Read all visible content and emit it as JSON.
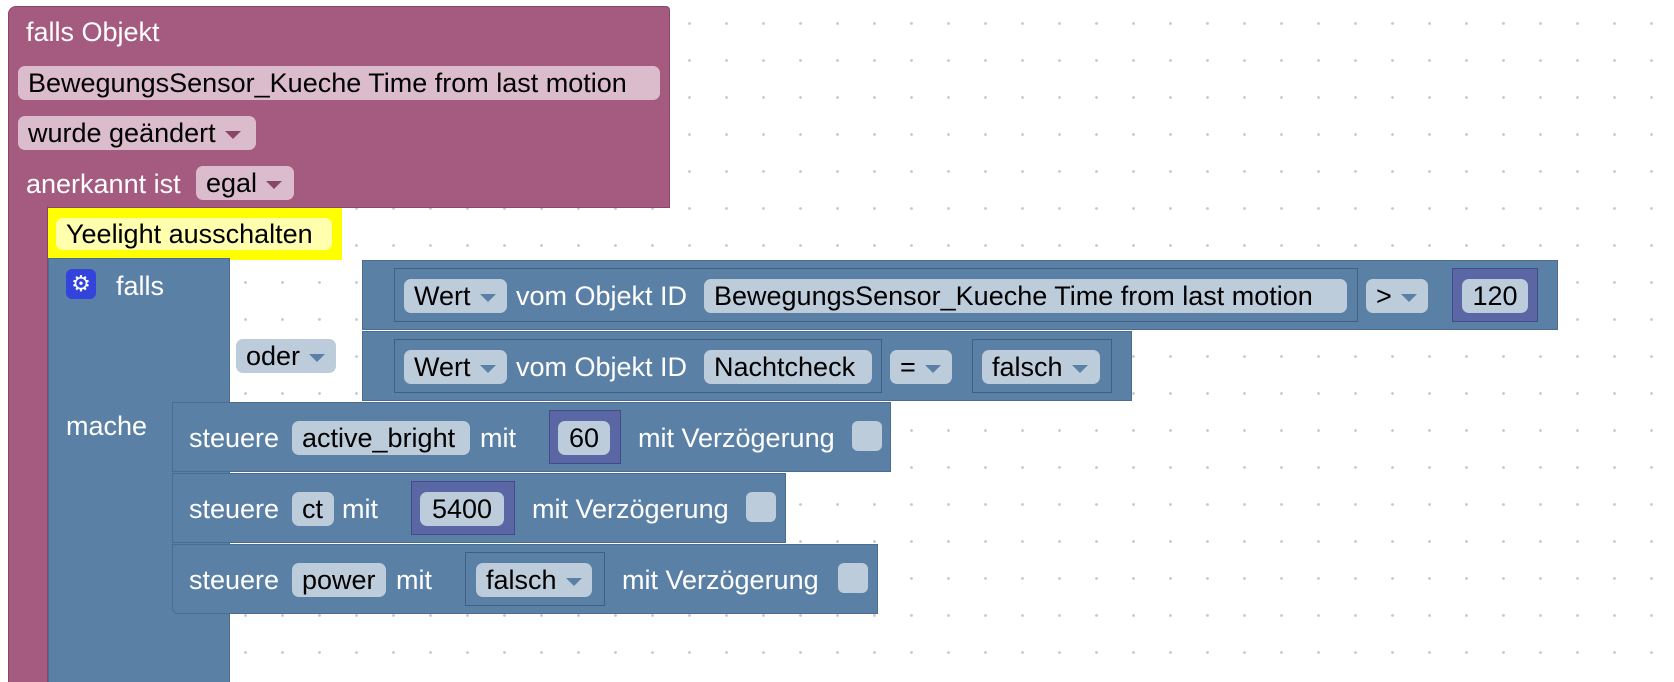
{
  "trigger": {
    "header": "falls Objekt",
    "object": "BewegungsSensor_Kueche Time from last motion",
    "change": "wurde geändert",
    "ack_label": "anerkannt ist",
    "ack_value": "egal"
  },
  "comment": "Yeelight ausschalten",
  "if_block": {
    "if_label": "falls",
    "or_label": "oder",
    "do_label": "mache",
    "cond1": {
      "kind": "Wert",
      "of_label": "vom Objekt ID",
      "object": "BewegungsSensor_Kueche Time from last motion",
      "op": ">",
      "value": "120"
    },
    "cond2": {
      "kind": "Wert",
      "of_label": "vom Objekt ID",
      "object": "Nachtcheck",
      "op": "=",
      "value": "falsch"
    }
  },
  "actions": [
    {
      "verb": "steuere",
      "target": "active_bright",
      "with": "mit",
      "value": "60",
      "delay": "mit Verzögerung"
    },
    {
      "verb": "steuere",
      "target": "ct",
      "with": "mit",
      "value": "5400",
      "delay": "mit Verzögerung"
    },
    {
      "verb": "steuere",
      "target": "power",
      "with": "mit",
      "value": "falsch",
      "delay": "mit Verzögerung"
    }
  ],
  "colors": {
    "trigger": "#a55b80",
    "logic": "#5b80a5",
    "comment": "#ffff00",
    "number": "#5b67a5"
  }
}
